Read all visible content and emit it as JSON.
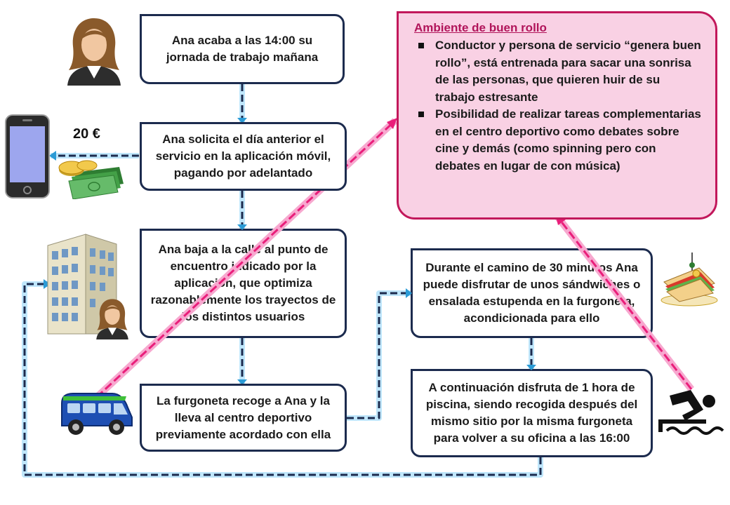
{
  "steps": {
    "box1": "Ana acaba a las 14:00 su jornada de trabajo mañana",
    "box2": "Ana solicita el día anterior el servicio en la aplicación móvil, pagando por adelantado",
    "box3": "Ana baja a la calle al punto de encuentro indicado por la aplicación, que optimiza razonablemente los trayectos de los distintos usuarios",
    "box4": "La furgoneta recoge a Ana y la lleva al centro deportivo previamente acordado con ella",
    "box5": "Durante el camino de 30 minutos Ana puede disfrutar de unos sándwiches o ensalada estupenda en la furgoneta, acondicionada para ello",
    "box6": "A continuación disfruta de 1 hora de piscina, siendo recogida después del mismo sitio por la misma furgoneta para volver a su oficina a las 16:00"
  },
  "price": "20 €",
  "note": {
    "title": "Ambiente de buen rollo",
    "bullets": [
      "Conductor y persona de servicio “genera buen rollo”, está entrenada para sacar una sonrisa de las personas, que quieren huir de su trabajo estresante",
      "Posibilidad de realizar tareas complementarias en el centro deportivo como debates sobre cine y demás (como spinning pero con debates en lugar de con música)"
    ]
  },
  "icons": [
    "woman-icon",
    "smartphone-icon",
    "money-icon",
    "office-building-icon",
    "van-icon",
    "sandwich-icon",
    "swimmer-icon"
  ],
  "colors": {
    "box_border": "#1c2b4e",
    "connector": "#2b9bd6",
    "highlight": "#e91e7a",
    "note_fill": "#f9d1e4",
    "note_border": "#c2185b"
  }
}
